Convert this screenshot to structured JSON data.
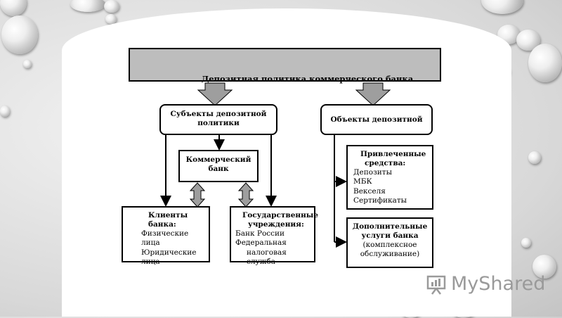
{
  "diagram": {
    "title": "Депозитная политика коммерческого банка",
    "subjects": {
      "label_line1": "Субъекты депозитной",
      "label_line2": "политики"
    },
    "objects": {
      "label": "Объекты депозитной"
    },
    "bank": {
      "line1": "Коммерческий",
      "line2": "банк"
    },
    "clients": {
      "heading_line1": "Клиенты",
      "heading_line2": "банка:",
      "items": [
        "Физические лица",
        "Юридические",
        "лица"
      ]
    },
    "gov": {
      "heading_line1": "Государственные",
      "heading_line2": "учреждения:",
      "items": [
        "Банк России",
        "Федеральная",
        "налоговая служба"
      ]
    },
    "attracted": {
      "heading_line1": "Привлеченные",
      "heading_line2": "средства:",
      "items": [
        "Депозиты",
        "МБК",
        "Векселя",
        "Сертификаты"
      ]
    },
    "services": {
      "heading_line1": "Дополнительные",
      "heading_line2": "услуги банка",
      "items": [
        "(комплексное",
        "обслуживание)"
      ]
    }
  },
  "logo": {
    "text": "MyShared"
  }
}
